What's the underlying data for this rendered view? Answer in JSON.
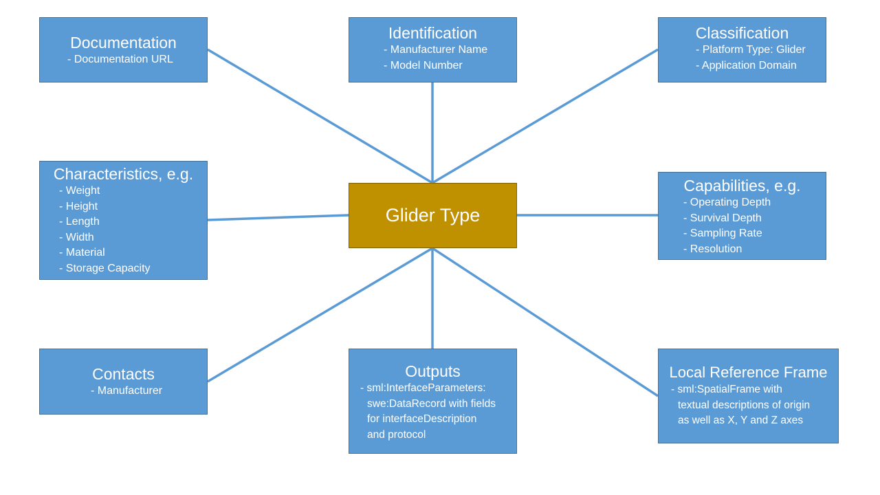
{
  "center": {
    "label": "Glider Type",
    "color": "#bf9000"
  },
  "box_color": "#5b9bd5",
  "line_color": "#5b9bd5",
  "documentation": {
    "title": "Documentation",
    "items": [
      "- Documentation URL"
    ]
  },
  "identification": {
    "title": "Identification",
    "items": [
      "- Manufacturer Name",
      "- Model Number"
    ]
  },
  "classification": {
    "title": "Classification",
    "items": [
      "- Platform Type: Glider",
      "- Application Domain"
    ]
  },
  "characteristics": {
    "title": "Characteristics, e.g.",
    "items": [
      "- Weight",
      "- Height",
      "- Length",
      "- Width",
      "- Material",
      "- Storage Capacity"
    ]
  },
  "capabilities": {
    "title": "Capabilities, e.g.",
    "items": [
      "- Operating Depth",
      "- Survival Depth",
      "- Sampling Rate",
      "- Resolution"
    ]
  },
  "contacts": {
    "title": "Contacts",
    "items": [
      "- Manufacturer"
    ]
  },
  "outputs": {
    "title": "Outputs",
    "lines": [
      "- sml:InterfaceParameters:",
      "swe:DataRecord with fields",
      "for interfaceDescription",
      "and protocol"
    ]
  },
  "local_reference_frame": {
    "title": "Local Reference Frame",
    "lines": [
      "- sml:SpatialFrame with",
      "textual descriptions of origin",
      "as well as X, Y and Z axes"
    ]
  }
}
